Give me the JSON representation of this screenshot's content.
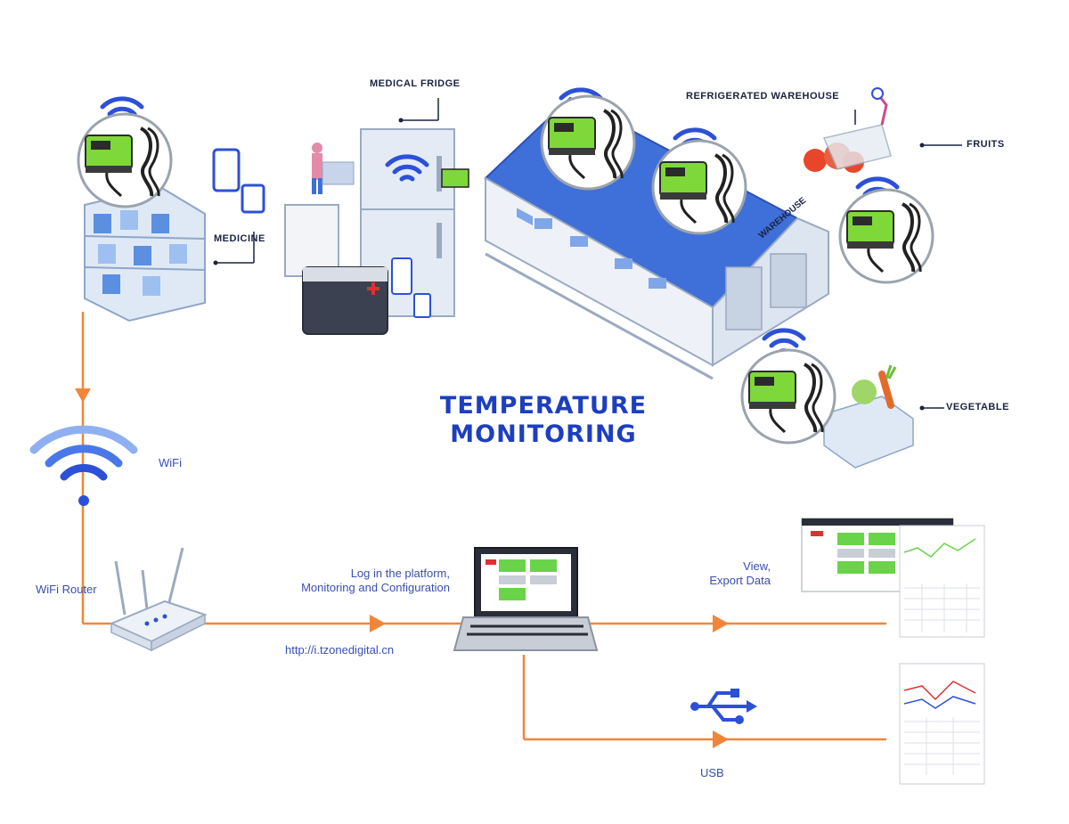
{
  "title": {
    "line1": "TEMPERATURE",
    "line2": "MONITORING"
  },
  "locations": {
    "medical_fridge": "MEDICAL FRIDGE",
    "medicine": "MEDICINE",
    "refrigerated_warehouse": "REFRIGERATED WAREHOUSE",
    "fruits": "FRUITS",
    "vegetable": "VEGETABLE",
    "warehouse_sign": "WAREHOUSE"
  },
  "network": {
    "wifi": "WiFi",
    "wifi_router": "WiFi Router",
    "login_line1": "Log in the platform,",
    "login_line2": "Monitoring and Configuration",
    "url": "http://i.tzonedigital.cn",
    "view_line1": "View,",
    "view_line2": "Export Data",
    "usb": "USB"
  },
  "colors": {
    "flow": "#f0863a",
    "accent_blue": "#2c50d8",
    "sensor_green": "#7fd83a",
    "roof": "#3f6fd8"
  }
}
